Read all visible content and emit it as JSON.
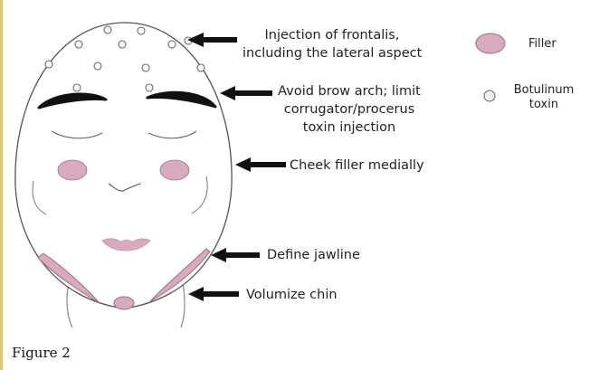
{
  "annotations": {
    "frontalis": [
      "Injection of frontalis,",
      "including the lateral aspect"
    ],
    "brow": [
      "Avoid brow arch; limit",
      "corrugator/procerus",
      "toxin injection"
    ],
    "cheek": "Cheek filler medially",
    "jawline": "Define jawline",
    "chin": "Volumize chin"
  },
  "legend": {
    "filler": "Filler",
    "botulinum": [
      "Botulinum",
      "toxin"
    ]
  },
  "caption": "Figure 2",
  "colors": {
    "filler": "#d7aabf",
    "filler_stroke": "#9a6f82",
    "toxin_stroke": "#666666",
    "outline": "#555555",
    "accent_rule": "#e3c567"
  }
}
